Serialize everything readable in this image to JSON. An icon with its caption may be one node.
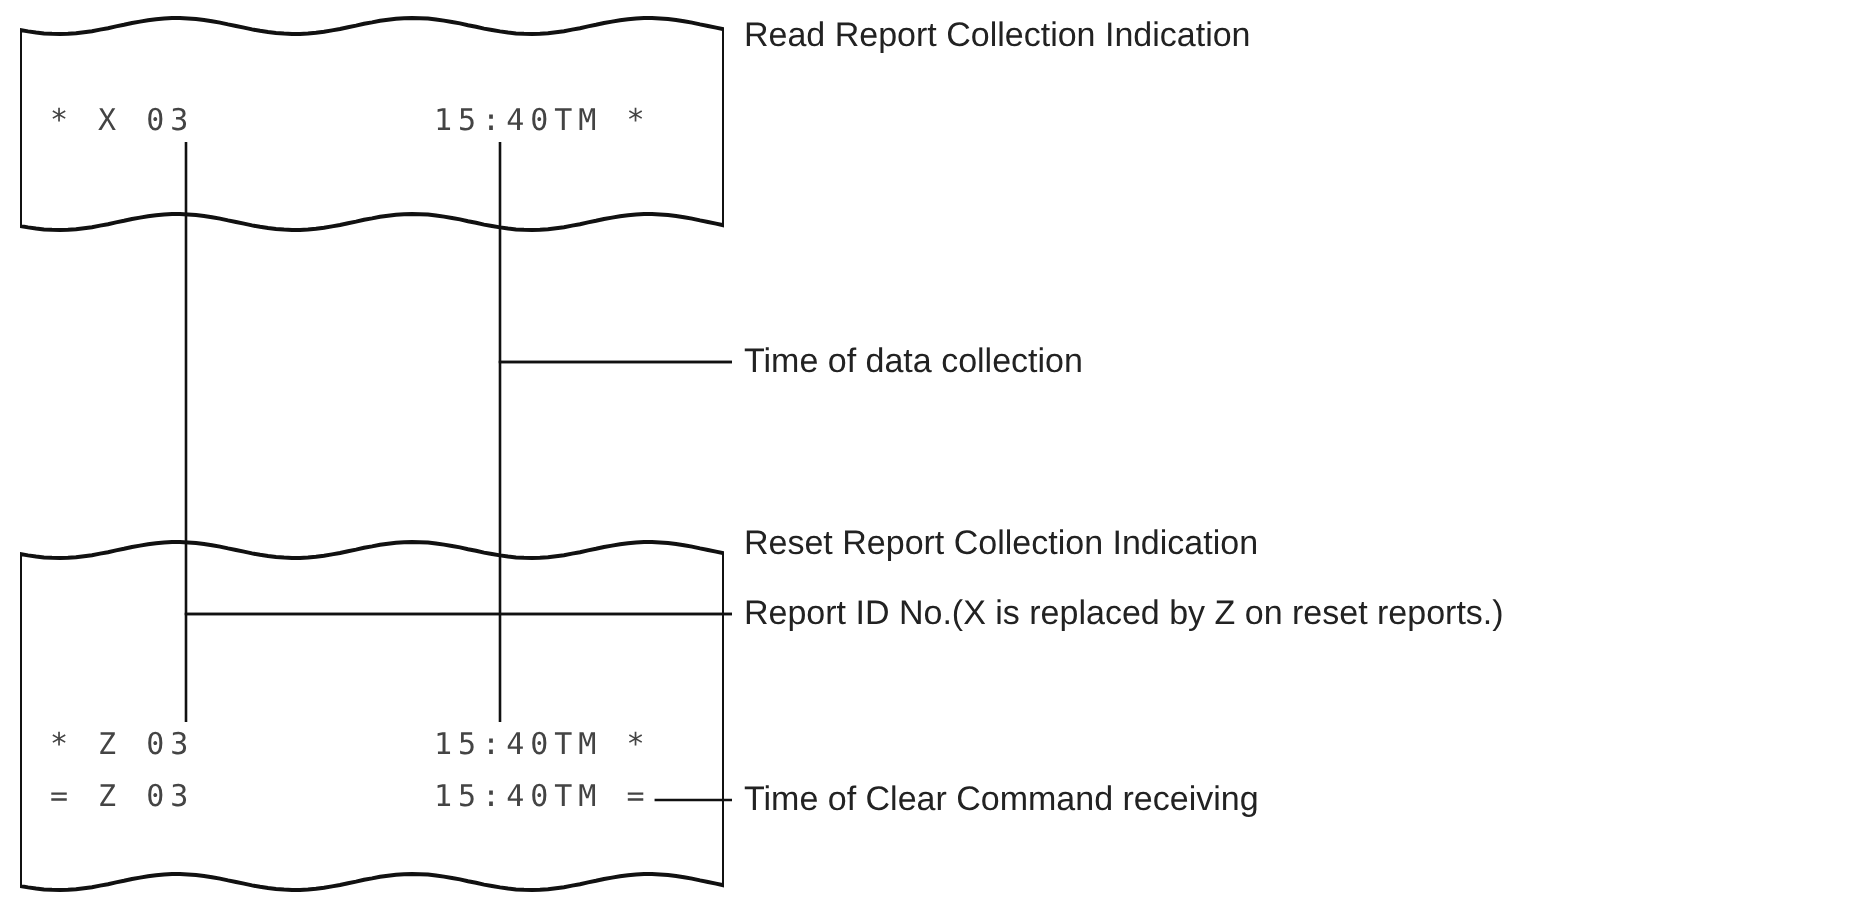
{
  "diagram": {
    "nodes": [
      {
        "text": [
          "Read Report Collection Indication"
        ]
      },
      {
        "text": [
          "* X 03"
        ],
        "in": 0
      },
      {
        "text": [
          "15:40TM *"
        ],
        "in": 0
      },
      {
        "text": [
          "Reset Report Collection Indication"
        ]
      },
      {
        "text": [
          "* Z 03"
        ],
        "in": 3
      },
      {
        "text": [
          "15:40TM *"
        ],
        "in": 3
      },
      {
        "text": [
          "= Z 03"
        ],
        "in": 3
      },
      {
        "text": [
          "15:40TM ="
        ],
        "in": 3
      },
      {
        "text": [
          "Time of data collection"
        ]
      },
      {
        "text": [
          "Report ID No.(X is replaced by Z on reset reports.)"
        ]
      },
      {
        "text": [
          "Time of Clear Command receiving"
        ]
      }
    ],
    "edges": [
      {
        "from": 8,
        "to": 2,
        "arrow": "none"
      },
      {
        "from": 8,
        "to": 5,
        "arrow": "none"
      },
      {
        "from": 9,
        "to": 1,
        "arrow": "none"
      },
      {
        "from": 9,
        "to": 4,
        "arrow": "none"
      },
      {
        "from": 10,
        "to": 7,
        "arrow": "none"
      }
    ]
  }
}
